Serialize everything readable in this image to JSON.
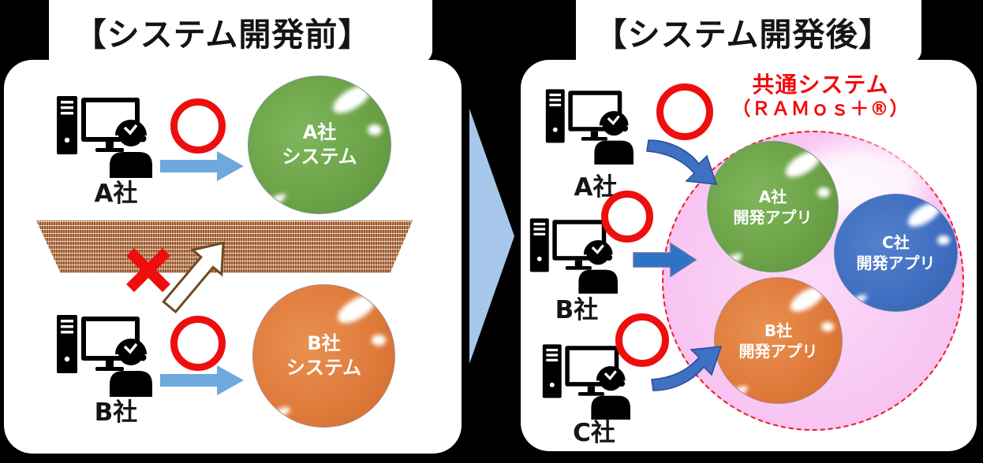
{
  "left_panel": {
    "title": "【システム開発前】",
    "rows": {
      "a": {
        "company": "A社",
        "sphere": {
          "line1": "A社",
          "line2": "システム",
          "color": "#6CA348"
        }
      },
      "b": {
        "company": "B社",
        "sphere": {
          "line1": "B社",
          "line2": "システム",
          "color": "#E07B3C"
        }
      }
    },
    "barrier": {
      "allowed_mark": "○",
      "blocked_mark": "×",
      "wall_color": "#9C5526"
    }
  },
  "right_panel": {
    "title": "【システム開発後】",
    "common_system": {
      "line1": "共通システム",
      "line2": "（ＲＡＭｏｓ＋®）",
      "color": "#F20D0D",
      "circle_color": "#F8C7F3"
    },
    "companies": {
      "a": {
        "label": "A社"
      },
      "b": {
        "label": "B社"
      },
      "c": {
        "label": "C社"
      }
    },
    "apps": {
      "a": {
        "line1": "A社",
        "line2": "開発アプリ",
        "color": "#6CA348"
      },
      "c": {
        "line1": "C社",
        "line2": "開発アプリ",
        "color": "#3F6FC1"
      },
      "b": {
        "line1": "B社",
        "line2": "開発アプリ",
        "color": "#E07B3C"
      }
    }
  },
  "marks": {
    "ok_ring_color": "#EE0E0E",
    "light_arrow_color": "#6FA8DC",
    "dark_arrow_color": "#2E74C4",
    "transition_chevron_color": "#A6C7E9"
  }
}
